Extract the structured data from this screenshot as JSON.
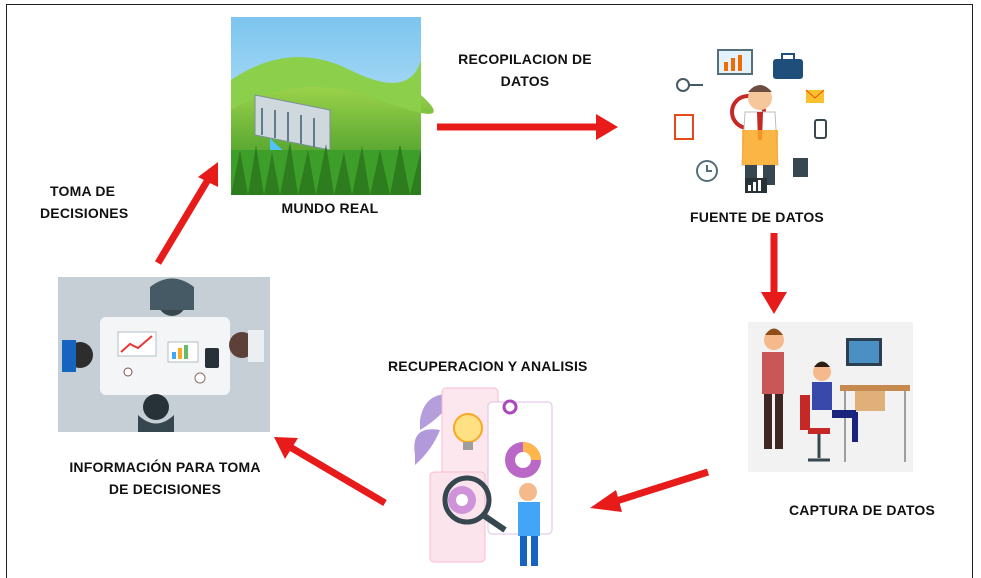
{
  "diagram": {
    "nodes": {
      "mundo_real": "MUNDO REAL",
      "fuente_datos": "FUENTE DE DATOS",
      "captura_datos": "CAPTURA DE DATOS",
      "recuperacion": "RECUPERACION Y ANALISIS",
      "informacion": [
        "INFORMACIÓN PARA TOMA",
        "DE DECISIONES"
      ]
    },
    "edges": {
      "recopilacion": [
        "RECOPILACION DE",
        "DATOS"
      ],
      "toma_decisiones": [
        "TOMA DE",
        "DECISIONES"
      ]
    }
  },
  "colors": {
    "arrow": "#e81b1b",
    "sky": "#9fd3f0",
    "grass": "#4caf2a",
    "office_bg": "#c7cfd6"
  }
}
